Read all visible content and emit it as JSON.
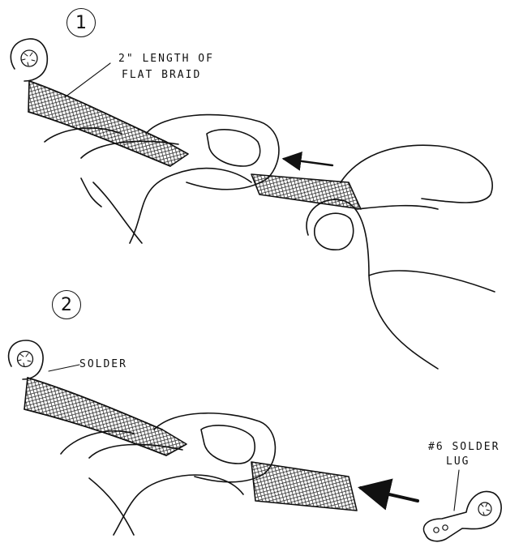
{
  "step1": {
    "number": "1",
    "label_line1": "2\" LENGTH OF",
    "label_line2": "FLAT BRAID"
  },
  "step2": {
    "number": "2",
    "solder_label": "SOLDER",
    "lug_label_line1": "#6 SOLDER",
    "lug_label_line2": "LUG"
  },
  "colors": {
    "ink": "#111111",
    "paper": "#ffffff"
  }
}
